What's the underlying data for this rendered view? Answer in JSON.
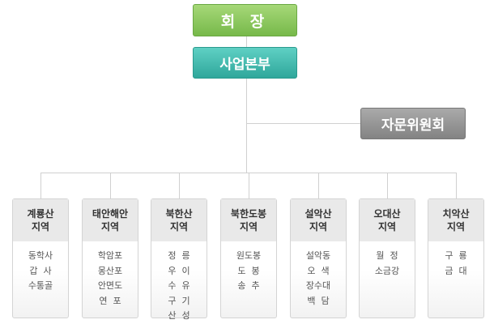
{
  "chairman": "회 장",
  "headquarters": "사업본부",
  "advisory": "자문위원회",
  "regions": [
    {
      "name": "계룡산\n지역",
      "items": [
        "동학사",
        "갑  사",
        "수통골"
      ]
    },
    {
      "name": "태안해안\n지역",
      "items": [
        "학암포",
        "몽산포",
        "안면도",
        "연  포"
      ]
    },
    {
      "name": "북한산\n지역",
      "items": [
        "정  릉",
        "우  이",
        "수  유",
        "구  기",
        "산  성"
      ]
    },
    {
      "name": "북한도봉\n지역",
      "items": [
        "원도봉",
        "도  봉",
        "송  추"
      ]
    },
    {
      "name": "설악산\n지역",
      "items": [
        "설악동",
        "오  색",
        "장수대",
        "백  담"
      ]
    },
    {
      "name": "오대산\n지역",
      "items": [
        "월  정",
        "소금강"
      ]
    },
    {
      "name": "치악산\n지역",
      "items": [
        "구  룡",
        "금  대"
      ]
    }
  ]
}
